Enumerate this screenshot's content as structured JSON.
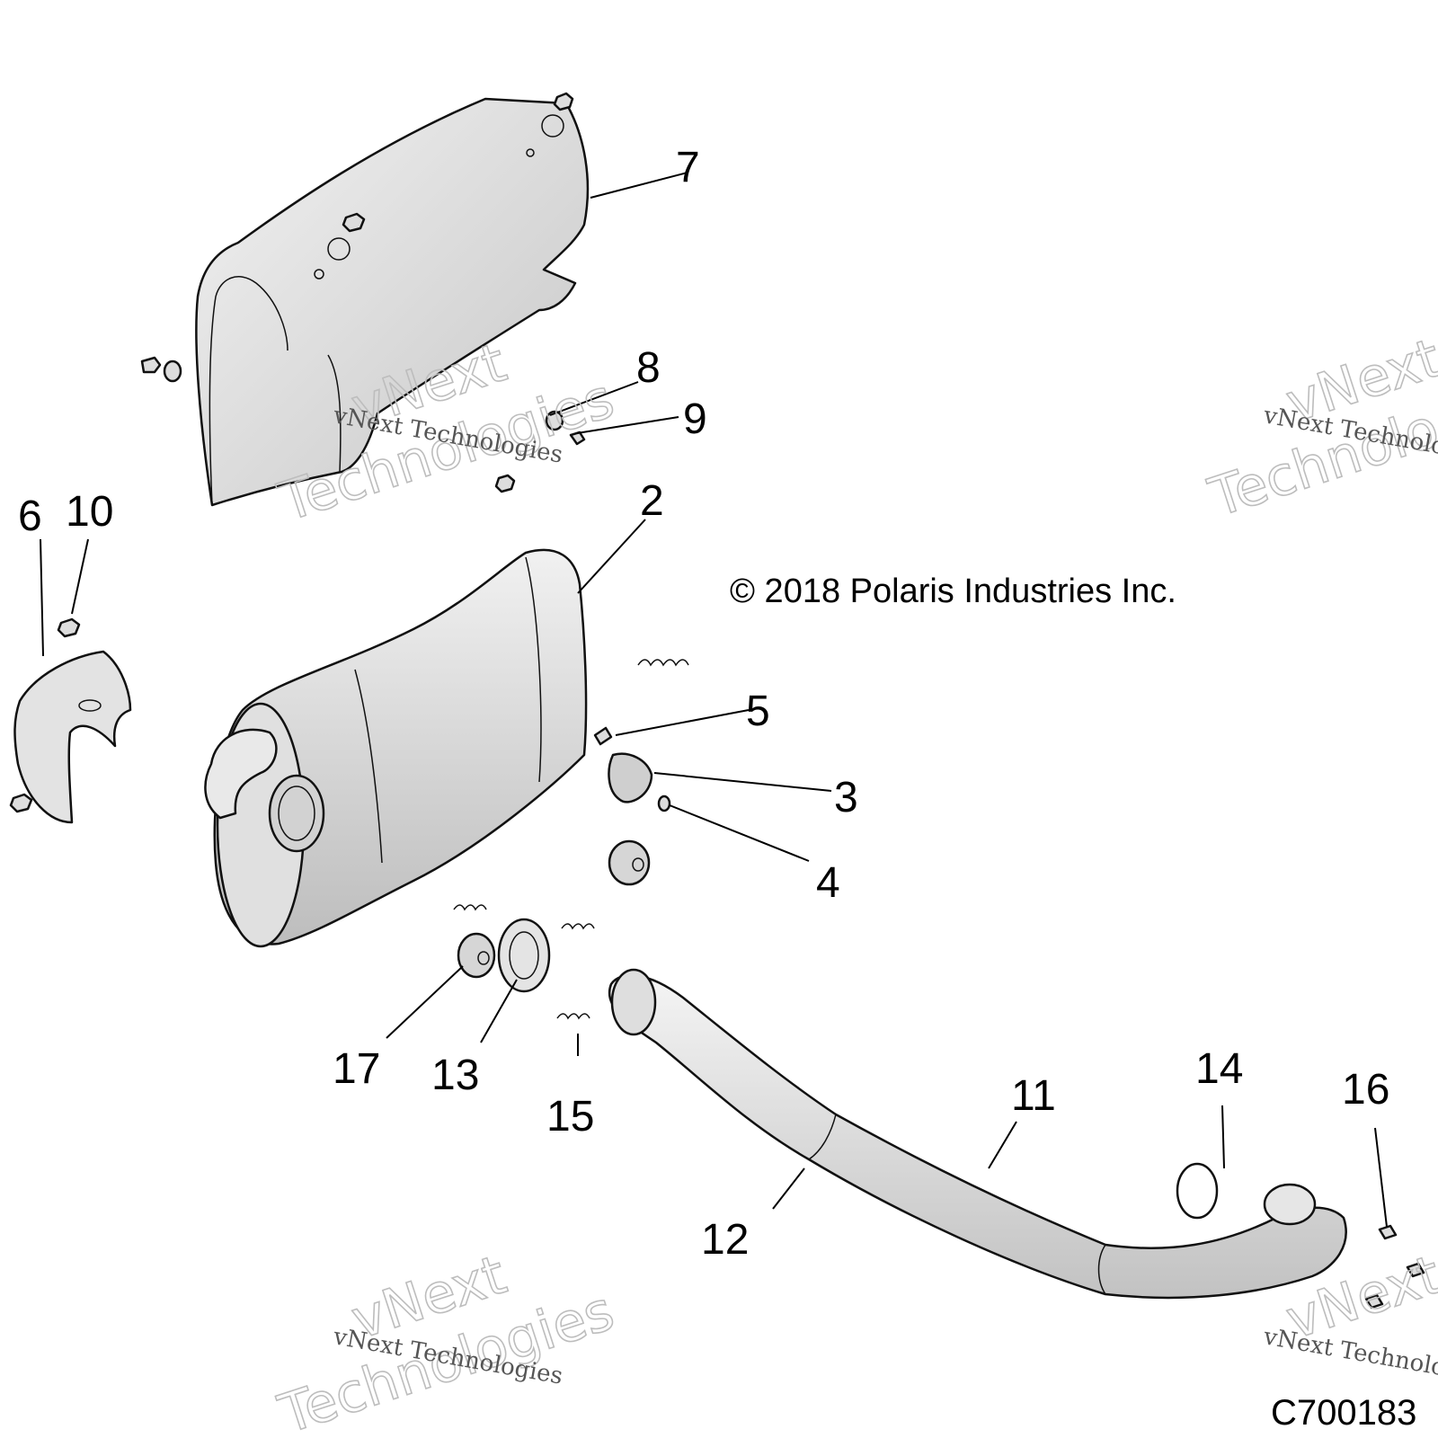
{
  "copyright": "© 2018 Polaris Industries Inc.",
  "drawing_id": "C700183",
  "watermarks": {
    "line1": "vNext Technologies",
    "big_a": "vNext",
    "big_b": "Technologies"
  },
  "parts": {
    "p2": "2",
    "p3": "3",
    "p4": "4",
    "p5": "5",
    "p6": "6",
    "p7": "7",
    "p8": "8",
    "p9": "9",
    "p10": "10",
    "p11": "11",
    "p12": "12",
    "p13": "13",
    "p14": "14",
    "p15": "15",
    "p16": "16",
    "p17": "17"
  },
  "colors": {
    "part_fill": "#e3e3e3",
    "part_shade": "#c9c9c9",
    "line": "#111111"
  }
}
